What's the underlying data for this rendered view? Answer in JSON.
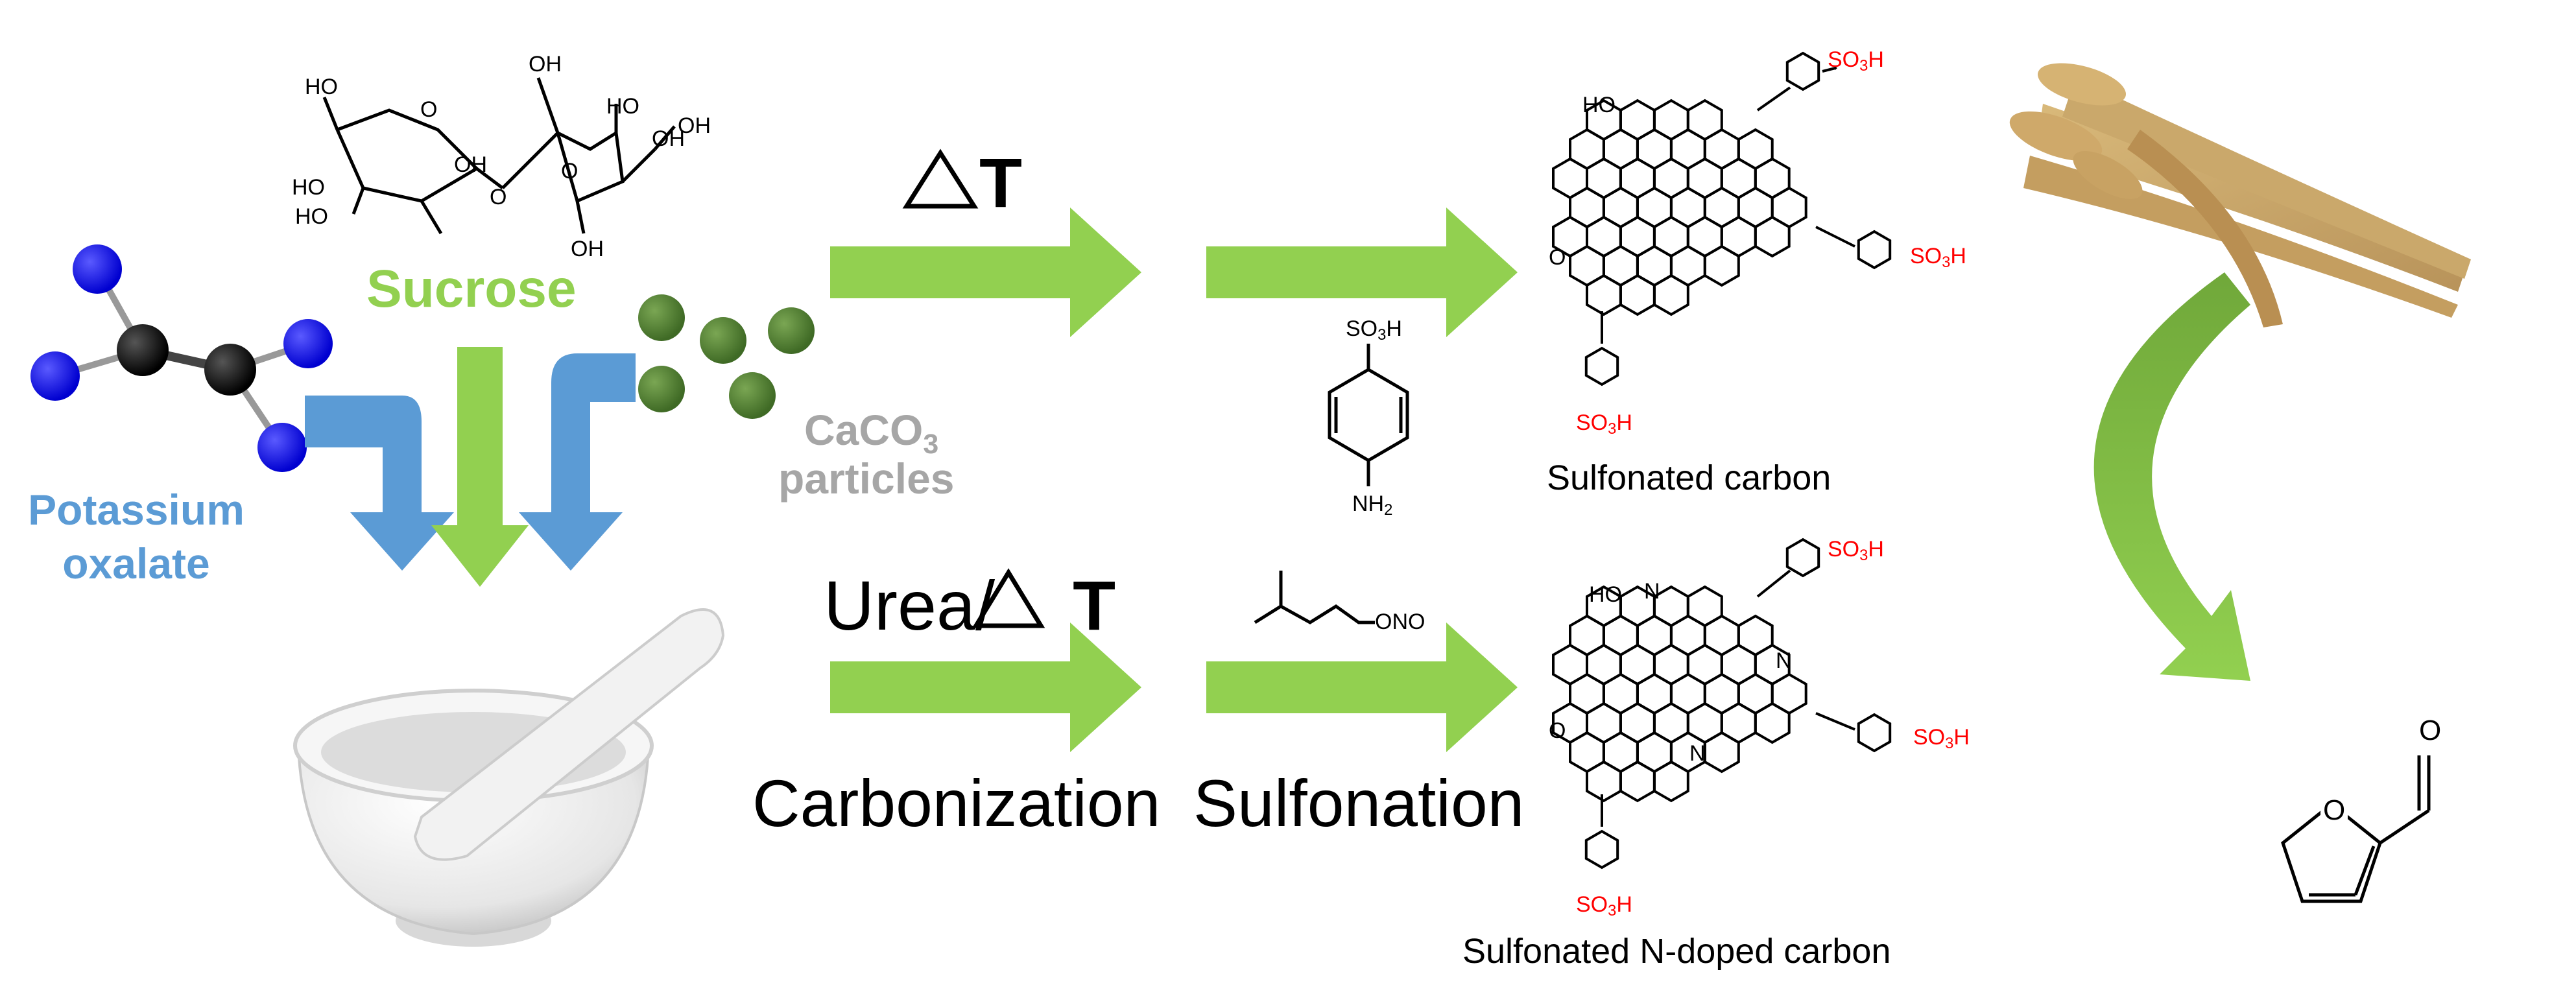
{
  "reactants": {
    "sucrose_label": "Sucrose",
    "potassium_oxalate_label": "Potassium\noxalate",
    "caco3_label": "CaCO",
    "caco3_sub": "3",
    "particles_label": "particles"
  },
  "conditions": {
    "heat_label": "T",
    "urea_label": "Urea/",
    "urea_heat": "T",
    "carbonization_label": "Carbonization",
    "sulfonation_label": "Sulfonation",
    "reagent_so3h": "SO",
    "reagent_nh2": "NH",
    "reagent_ono": "ONO"
  },
  "products": {
    "sulfonated_carbon_label": "Sulfonated carbon",
    "sulfonated_n_doped_label": "Sulfonated N-doped carbon",
    "so3h": "SO",
    "oh_label": "HO",
    "n_label": "N",
    "o_label": "O"
  },
  "colors": {
    "green_arrow": "#92d050",
    "blue_arrow": "#5b9bd5",
    "caco3_green": "#548235",
    "oxalate_blue": "#0000ff",
    "sulfonic_red": "#ff0000"
  }
}
